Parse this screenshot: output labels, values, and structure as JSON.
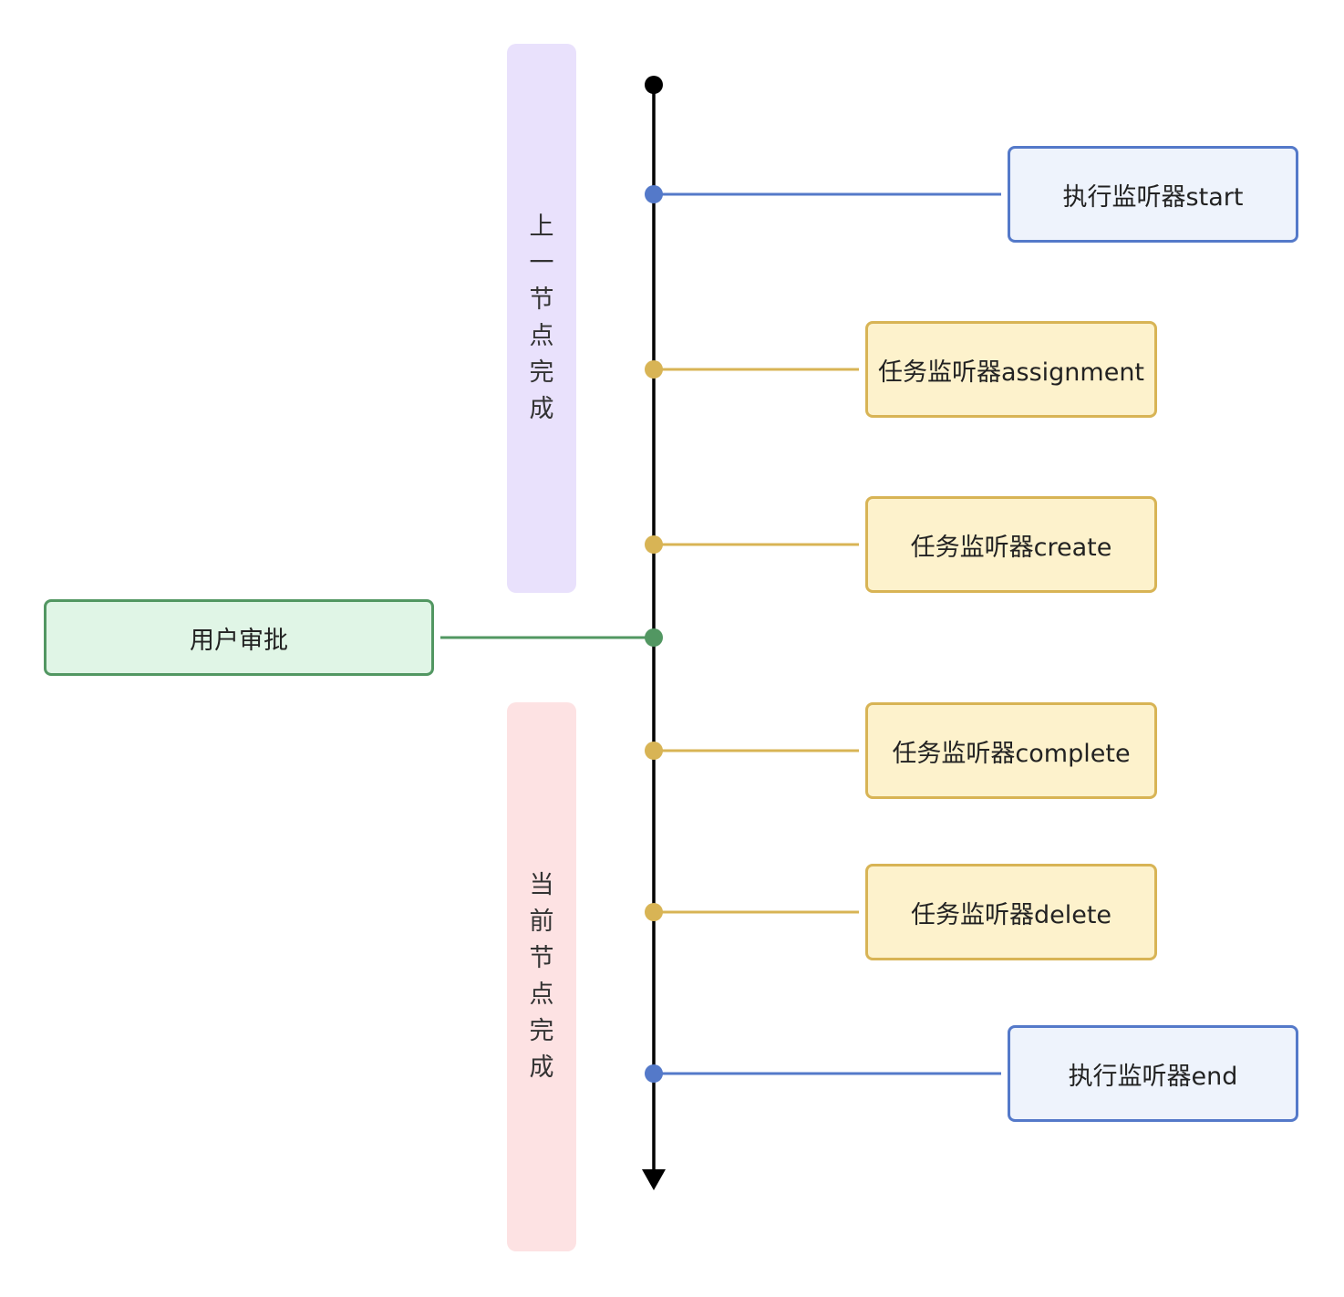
{
  "colors": {
    "axis": "#000000",
    "prev_phase_bg": "#e9e1fc",
    "curr_phase_bg": "#fde2e3",
    "exec_stroke": "#5479c9",
    "exec_fill": "#eef3fc",
    "task_stroke": "#d8b455",
    "task_fill": "#fdf2cc",
    "user_stroke": "#529762",
    "user_fill": "#e0f5e6"
  },
  "phases": {
    "previous": {
      "label": "上一节点完成",
      "chars": [
        "上",
        "一",
        "节",
        "点",
        "完",
        "成"
      ]
    },
    "current": {
      "label": "当前节点完成",
      "chars": [
        "当",
        "前",
        "节",
        "点",
        "完",
        "成"
      ]
    }
  },
  "events": {
    "exec_start": "执行监听器start",
    "task_assignment": "任务监听器assignment",
    "task_create": "任务监听器create",
    "user_task": "用户审批",
    "task_complete": "任务监听器complete",
    "task_delete": "任务监听器delete",
    "exec_end": "执行监听器end"
  }
}
